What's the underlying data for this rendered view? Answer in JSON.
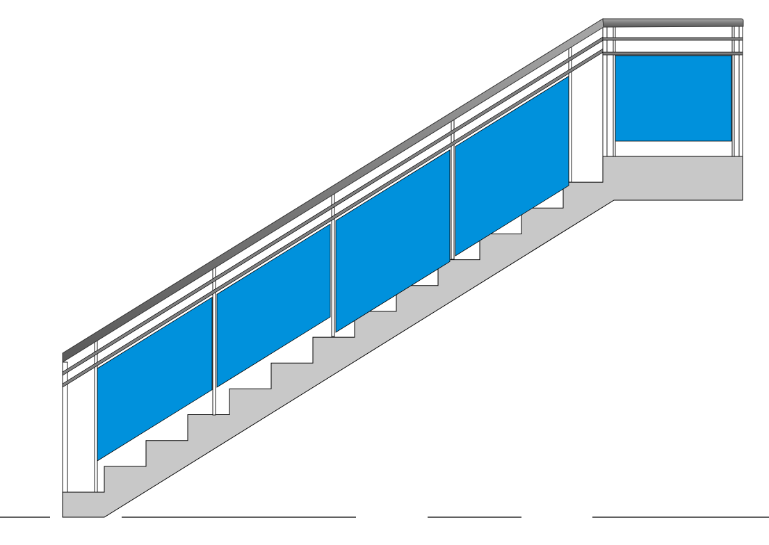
{
  "drawing": {
    "type": "stair-railing-elevation",
    "riser_count": 13,
    "baluster_posts_on_flight": 4,
    "glass_panels_on_flight": 4,
    "glass_panels_on_landing": 1
  },
  "colors": {
    "background": "#ffffff",
    "glass": "#0091dc",
    "concrete": "#c8c8c8",
    "handrail_dark": "#5a5a5a",
    "handrail_light": "#a8a8a8",
    "rail": "#808080",
    "outline": "#000000"
  }
}
